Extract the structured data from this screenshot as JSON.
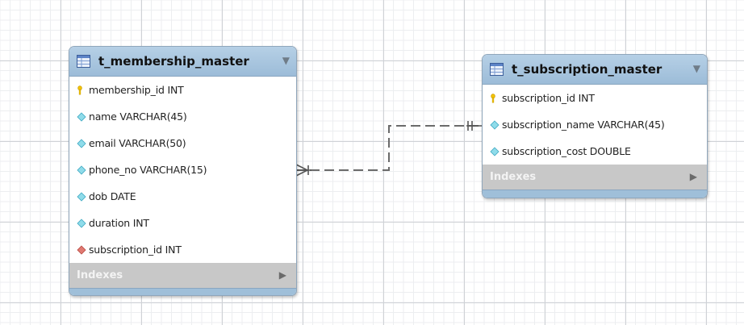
{
  "tables": [
    {
      "name": "t_membership_master",
      "columns": [
        {
          "label": "membership_id INT",
          "icon": "primary-key-icon"
        },
        {
          "label": "name VARCHAR(45)",
          "icon": "column-diamond-icon"
        },
        {
          "label": "email VARCHAR(50)",
          "icon": "column-diamond-icon"
        },
        {
          "label": "phone_no VARCHAR(15)",
          "icon": "column-diamond-icon"
        },
        {
          "label": "dob DATE",
          "icon": "column-diamond-icon"
        },
        {
          "label": "duration INT",
          "icon": "column-diamond-icon"
        },
        {
          "label": "subscription_id INT",
          "icon": "foreign-key-diamond-icon"
        }
      ],
      "indexes_label": "Indexes"
    },
    {
      "name": "t_subscription_master",
      "columns": [
        {
          "label": "subscription_id INT",
          "icon": "primary-key-icon"
        },
        {
          "label": "subscription_name VARCHAR(45)",
          "icon": "column-diamond-icon"
        },
        {
          "label": "subscription_cost DOUBLE",
          "icon": "column-diamond-icon"
        }
      ],
      "indexes_label": "Indexes"
    }
  ],
  "relationship": {
    "from": "t_membership_master",
    "to": "t_subscription_master",
    "from_end": "crow-foot-many-icon",
    "to_end": "one-bar-icon",
    "line_style": "dashed"
  },
  "colors": {
    "header": "#9cbcd8",
    "indexes_bar": "#c8c8c8",
    "key_icon": "#f2c200",
    "column_icon": "#7fd3e3",
    "foreign_key_icon": "#d9534f",
    "connector": "#6b6b6b"
  }
}
